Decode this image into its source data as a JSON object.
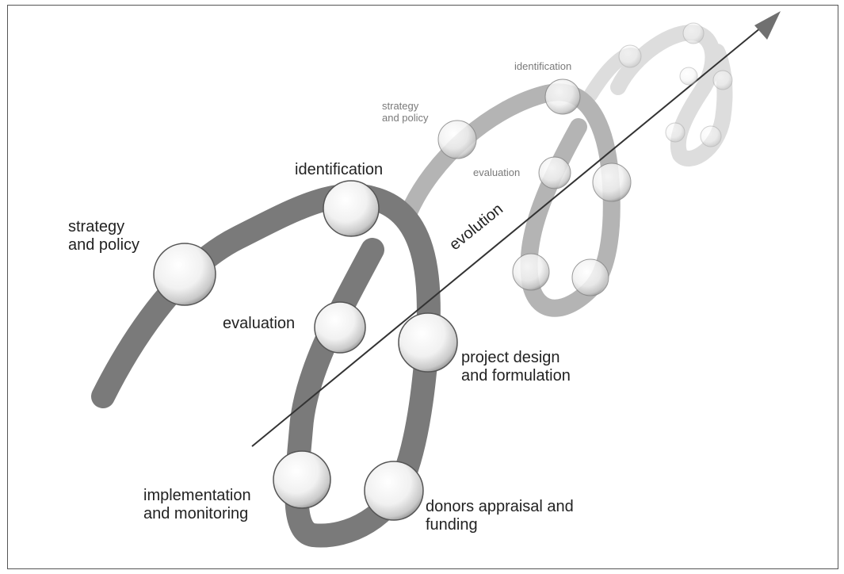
{
  "labels": {
    "strategy_policy": "strategy\nand policy",
    "identification": "identification",
    "evaluation": "evaluation",
    "project_design": "project design\nand formulation",
    "implementation": "implementation\nand monitoring",
    "donors": "donors appraisal and\nfunding",
    "evolution": "evolution",
    "strategy_policy_small": "strategy\nand policy",
    "identification_small": "identification",
    "evaluation_small": "evaluation"
  },
  "colors": {
    "loop_front": "#7a7a7a",
    "loop_middle": "#b4b4b4",
    "loop_back": "#dddddd",
    "arrow": "#333333",
    "arrow_head": "#707070",
    "text": "#222222",
    "text_small": "#7a7a7a"
  }
}
